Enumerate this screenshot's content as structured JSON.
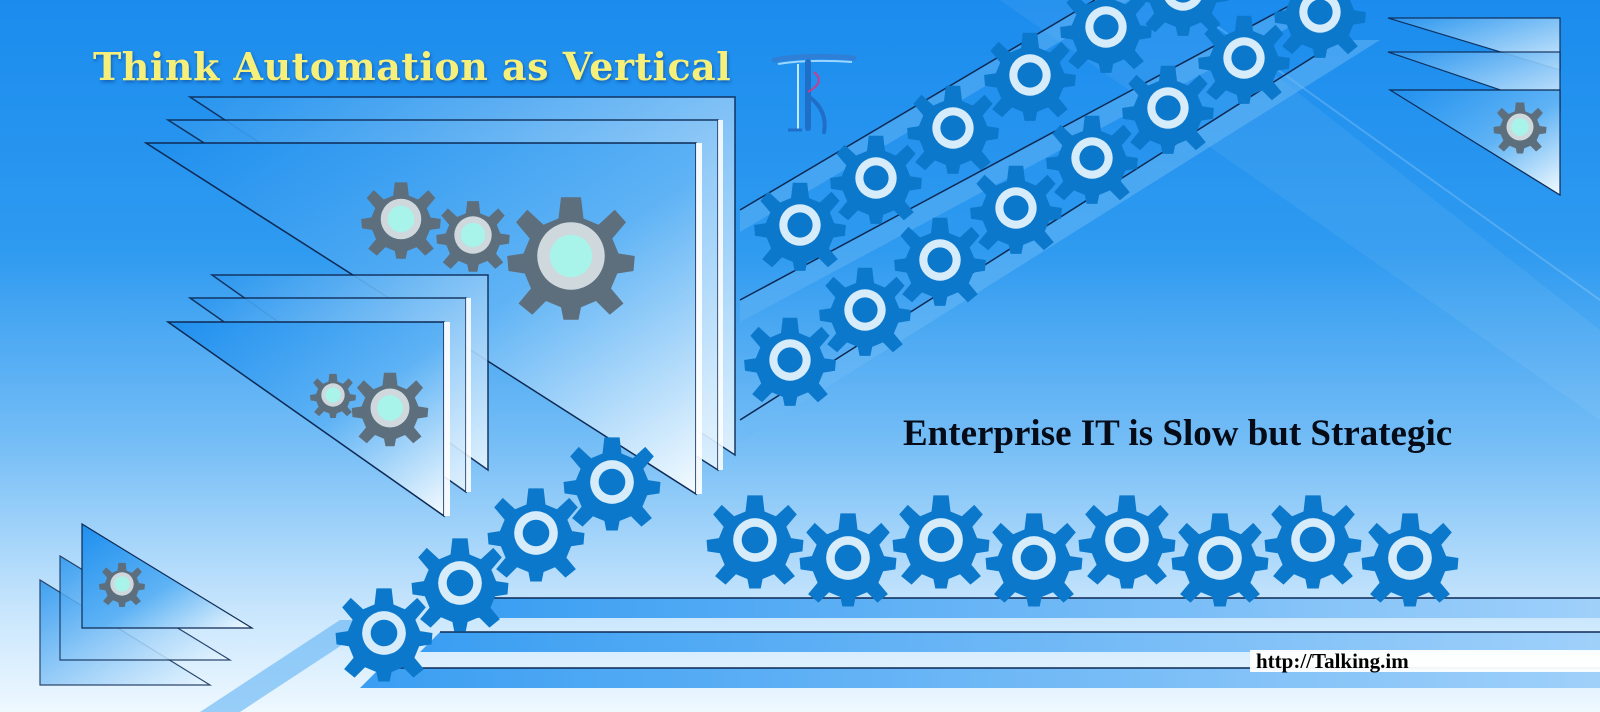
{
  "headline": "Think Automation as Vertical",
  "tagline": "Enterprise IT is Slow but Strategic",
  "url": "http://Talking.im",
  "icons": {
    "logo": "it-monogram-logo",
    "gear": "gear-icon"
  },
  "colors": {
    "background_top": "#1b8cee",
    "background_bottom": "#eef8ff",
    "headline": "#f6f07a",
    "gear_blue": "#0c78cc",
    "gear_grey": "#5d6e7c",
    "gear_center": "#a8f4ea"
  }
}
